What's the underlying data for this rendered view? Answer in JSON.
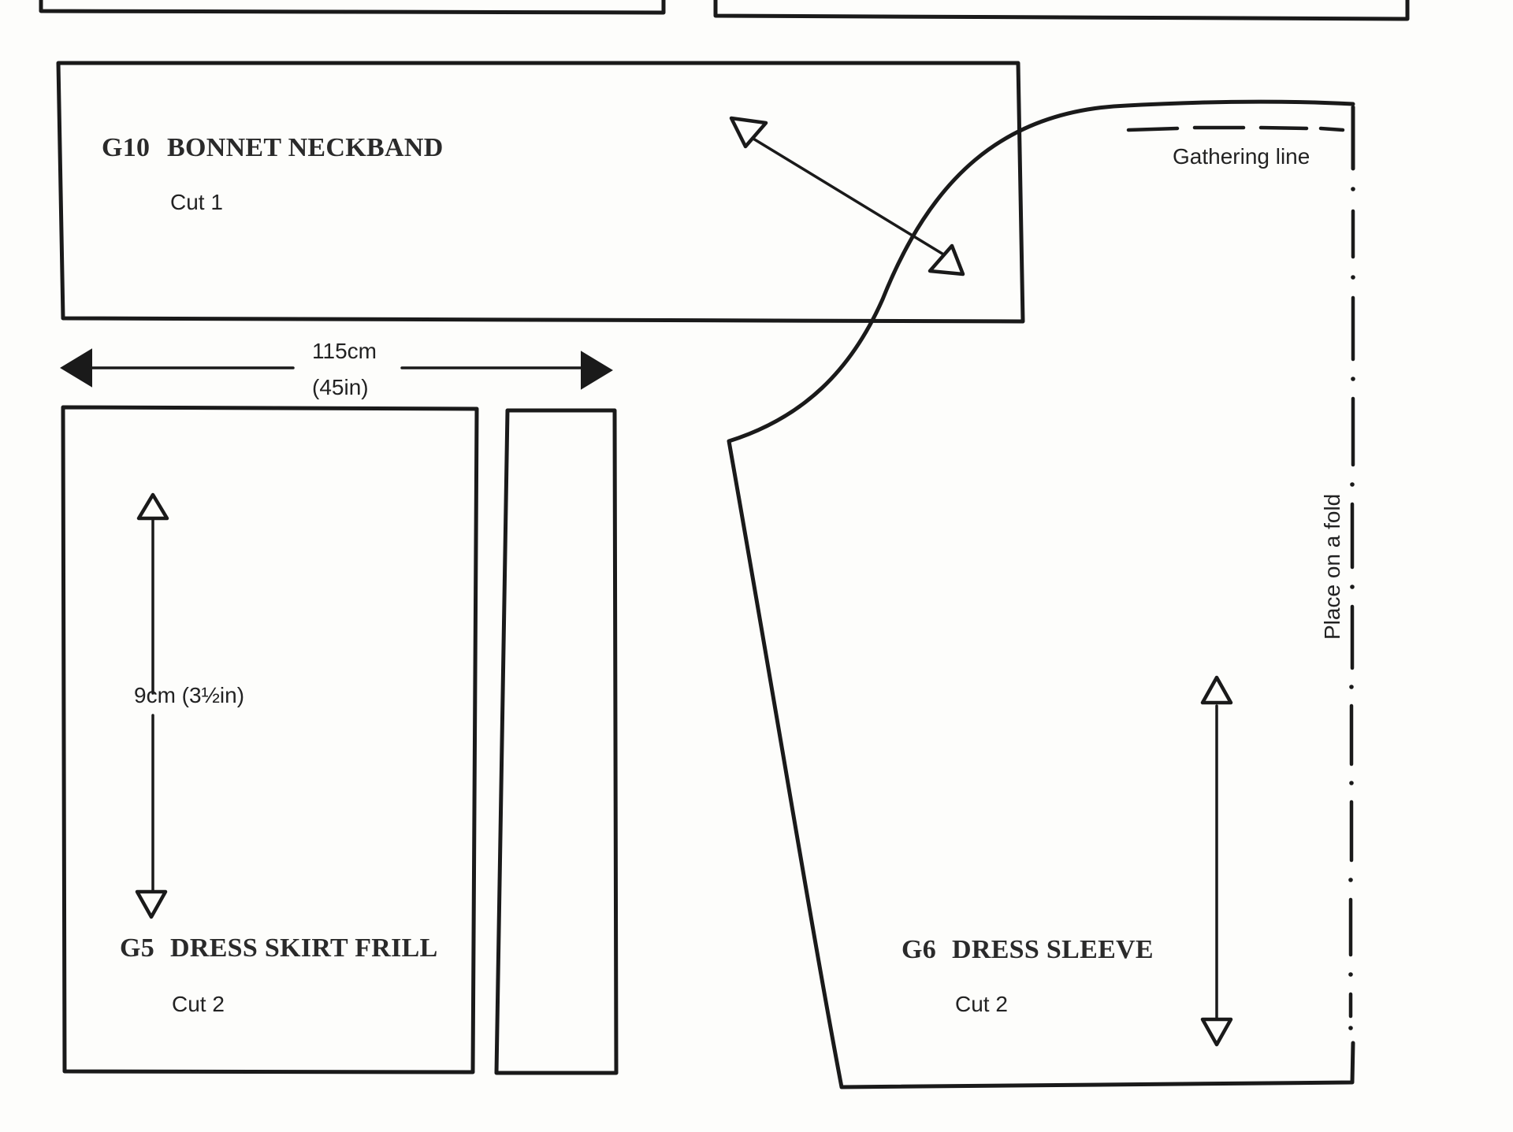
{
  "pieces": {
    "bonnet_neckband": {
      "code": "G10",
      "name": "BONNET NECKBAND",
      "cut": "Cut 1"
    },
    "skirt_frill": {
      "code": "G5",
      "name": "DRESS SKIRT FRILL",
      "cut": "Cut 2"
    },
    "sleeve": {
      "code": "G6",
      "name": "DRESS SLEEVE",
      "cut": "Cut 2"
    }
  },
  "measurements": {
    "frill_width_cm": "115cm",
    "frill_width_in": "(45in)",
    "frill_height": "9cm (3½in)"
  },
  "annotations": {
    "gathering_line": "Gathering line",
    "fold_line": "Place on a fold"
  }
}
